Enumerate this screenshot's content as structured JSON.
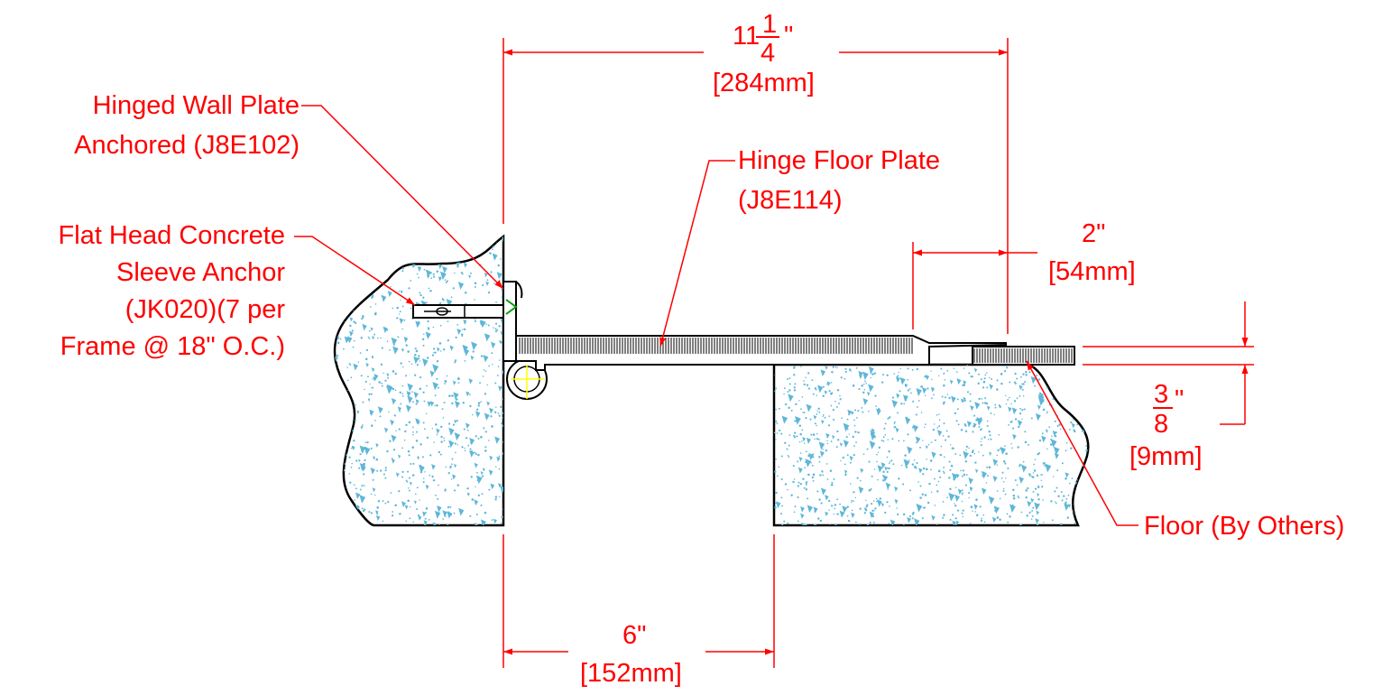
{
  "colors": {
    "annotation": "#ff0000",
    "outline": "#000000",
    "concrete_speckle": "#5fb7d8",
    "background": "#ffffff",
    "crosshair": "#ffff00",
    "weld": "#00a000"
  },
  "callouts": {
    "hinged_wall_plate": {
      "line1": "Hinged Wall Plate",
      "line2": "Anchored (J8E102)"
    },
    "hinge_floor_plate": {
      "line1": "Hinge Floor Plate",
      "line2": "(J8E114)"
    },
    "anchor": {
      "line1": "Flat Head Concrete",
      "line2": "Sleeve Anchor",
      "line3": "(JK020)(7 per",
      "line4": "Frame @ 18\" O.C.)"
    },
    "floor": {
      "label": "Floor (By Others)"
    }
  },
  "dimensions": {
    "overall": {
      "whole": "11",
      "num": "1",
      "den": "4",
      "inch": "\"",
      "metric": "[284mm]"
    },
    "ramp": {
      "imperial": "2\"",
      "metric": "[54mm]"
    },
    "gap": {
      "imperial": "6\"",
      "metric": "[152mm]"
    },
    "thickness": {
      "num": "3",
      "den": "8",
      "inch": "\"",
      "metric": "[9mm]"
    }
  }
}
